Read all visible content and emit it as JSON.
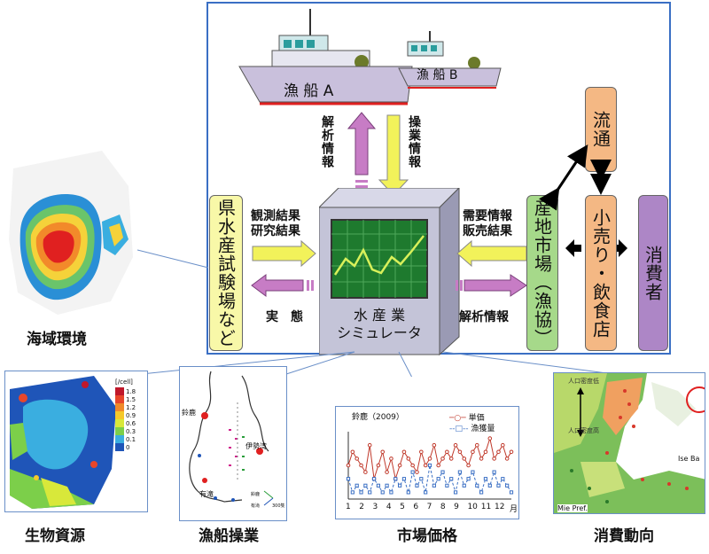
{
  "boats": {
    "a": "漁 船 A",
    "b": "漁 船 B"
  },
  "arrows": {
    "analysis_vertical": "解析情報",
    "operation_vertical": "操業情報",
    "obs_line1": "観測結果",
    "obs_line2": "研究結果",
    "jittai": "実　態",
    "demand_line1": "需要情報",
    "demand_line2": "販売結果",
    "analysis_horizontal": "解析情報"
  },
  "simulator": {
    "line1": "水 産 業",
    "line2": "シミュレータ"
  },
  "boxes": {
    "prefecture": "県水産試験場など",
    "market": "産地市場（漁協）",
    "distribution": "流通",
    "retail": "小売り・飲食店",
    "consumer": "消費者"
  },
  "captions": {
    "sea": "海域環境",
    "bio": "生物資源",
    "boat_op": "漁船操業",
    "price": "市場価格",
    "consume": "消費動向"
  },
  "bio_legend": {
    "title": "[/cell]",
    "ticks": [
      "1.8",
      "1.5",
      "1.2",
      "0.9",
      "0.6",
      "0.3",
      "0.1",
      "0"
    ],
    "colors": [
      "#c0182a",
      "#e8462a",
      "#f08a2a",
      "#f5c82a",
      "#d8e83a",
      "#7ccf4a",
      "#3aaee0",
      "#1f55b8"
    ]
  },
  "boat_map": {
    "place1": "鈴鹿",
    "place2": "伊勢湾",
    "place3": "有滝",
    "legend1": "鈴鹿",
    "legend2": "有滝",
    "legend3": "300隻"
  },
  "price_chart": {
    "place_year": "鈴鹿（2009）",
    "series": [
      {
        "name": "単価",
        "color": "#c0392b",
        "style": "solid",
        "values": [
          5,
          7,
          6,
          5,
          4,
          8,
          3,
          5,
          7,
          4,
          6,
          3,
          5,
          7,
          6,
          5,
          4,
          7,
          5,
          6,
          8,
          5,
          6,
          7,
          6,
          8,
          7,
          6,
          5,
          7,
          8,
          6,
          7,
          9,
          6,
          7,
          8,
          6,
          7
        ]
      },
      {
        "name": "漁獲量",
        "color": "#3a6fc4",
        "style": "dashed",
        "values": [
          3,
          1,
          2,
          1,
          2,
          1,
          3,
          2,
          1,
          2,
          1,
          3,
          2,
          3,
          1,
          4,
          2,
          3,
          1,
          5,
          2,
          3,
          4,
          2,
          3,
          1,
          4,
          2,
          3,
          4,
          2,
          1,
          3,
          2,
          4,
          2,
          3,
          2,
          1
        ]
      }
    ],
    "x_ticks": [
      "1",
      "2",
      "3",
      "4",
      "5",
      "6",
      "7",
      "8",
      "9",
      "10",
      "11",
      "12"
    ],
    "x_unit": "月"
  },
  "consumer_map": {
    "label_low": "人口密度低",
    "label_high": "人口密度高",
    "bay": "Ise Ba",
    "pref": "Mie Pref."
  }
}
